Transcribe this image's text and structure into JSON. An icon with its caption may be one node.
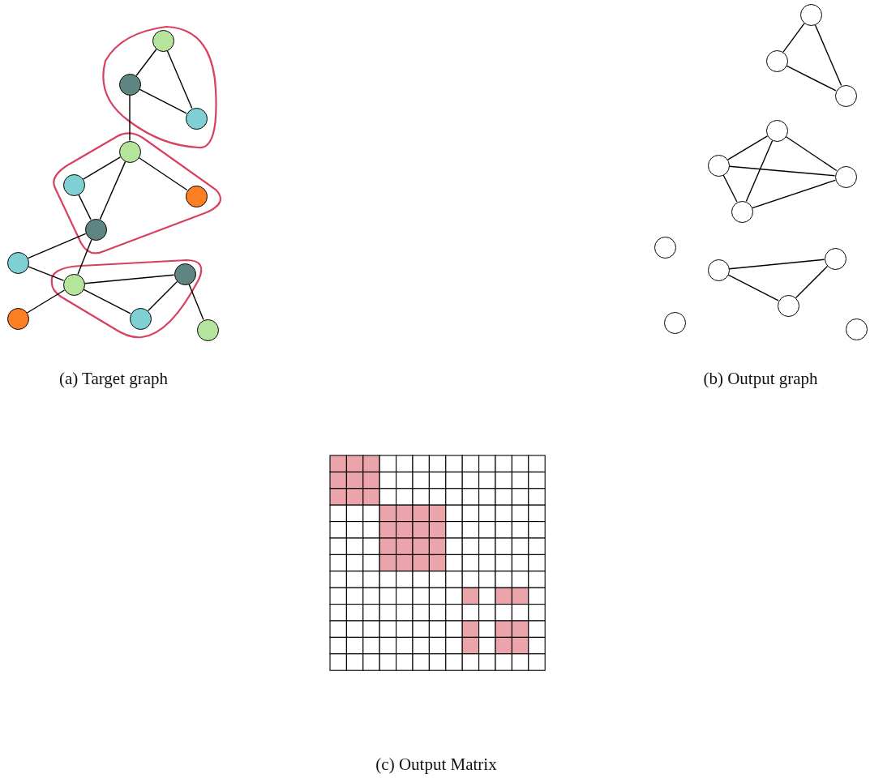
{
  "diagram": {
    "nodes": [
      {
        "text": [],
        "shape": "circle"
      },
      {
        "text": [],
        "shape": "circle"
      },
      {
        "text": [],
        "shape": "circle"
      },
      {
        "text": [],
        "shape": "circle"
      },
      {
        "text": [],
        "shape": "circle"
      },
      {
        "text": [],
        "shape": "circle"
      },
      {
        "text": [],
        "shape": "circle"
      },
      {
        "text": [],
        "shape": "circle"
      },
      {
        "text": [],
        "shape": "circle"
      },
      {
        "text": [],
        "shape": "circle"
      },
      {
        "text": [],
        "shape": "circle"
      },
      {
        "text": [],
        "shape": "circle"
      },
      {
        "text": [],
        "shape": "circle"
      },
      {
        "text": [],
        "shape": "circle"
      },
      {
        "text": [],
        "shape": "circle"
      },
      {
        "text": [],
        "shape": "circle"
      },
      {
        "text": [],
        "shape": "circle"
      },
      {
        "text": [],
        "shape": "circle"
      },
      {
        "text": [],
        "shape": "circle"
      },
      {
        "text": [],
        "shape": "circle"
      },
      {
        "text": [],
        "shape": "circle"
      },
      {
        "text": [],
        "shape": "circle"
      },
      {
        "text": [],
        "shape": "circle"
      },
      {
        "text": [],
        "shape": "circle"
      },
      {
        "text": [],
        "shape": "circle"
      },
      {
        "text": [],
        "shape": "circle"
      }
    ],
    "edges": [
      {
        "from": 0,
        "to": 1,
        "arrow": "none"
      },
      {
        "from": 0,
        "to": 2,
        "arrow": "none"
      },
      {
        "from": 1,
        "to": 2,
        "arrow": "none"
      },
      {
        "from": 1,
        "to": 3,
        "arrow": "none"
      },
      {
        "from": 3,
        "to": 4,
        "arrow": "none"
      },
      {
        "from": 3,
        "to": 5,
        "arrow": "none"
      },
      {
        "from": 3,
        "to": 6,
        "arrow": "none"
      },
      {
        "from": 4,
        "to": 6,
        "arrow": "none"
      },
      {
        "from": 6,
        "to": 7,
        "arrow": "none"
      },
      {
        "from": 6,
        "to": 8,
        "arrow": "none"
      },
      {
        "from": 7,
        "to": 8,
        "arrow": "none"
      },
      {
        "from": 8,
        "to": 10,
        "arrow": "none"
      },
      {
        "from": 8,
        "to": 9,
        "arrow": "none"
      },
      {
        "from": 8,
        "to": 11,
        "arrow": "none"
      },
      {
        "from": 9,
        "to": 11,
        "arrow": "none"
      },
      {
        "from": 9,
        "to": 12,
        "arrow": "none"
      },
      {
        "from": 13,
        "to": 14,
        "arrow": "none"
      },
      {
        "from": 13,
        "to": 15,
        "arrow": "none"
      },
      {
        "from": 14,
        "to": 15,
        "arrow": "none"
      },
      {
        "from": 16,
        "to": 17,
        "arrow": "none"
      },
      {
        "from": 16,
        "to": 19,
        "arrow": "none"
      },
      {
        "from": 16,
        "to": 18,
        "arrow": "none"
      },
      {
        "from": 17,
        "to": 18,
        "arrow": "none"
      },
      {
        "from": 17,
        "to": 19,
        "arrow": "none"
      },
      {
        "from": 19,
        "to": 18,
        "arrow": "none"
      },
      {
        "from": 21,
        "to": 22,
        "arrow": "none"
      },
      {
        "from": 21,
        "to": 23,
        "arrow": "none"
      },
      {
        "from": 23,
        "to": 22,
        "arrow": "none"
      }
    ],
    "labels": [
      "(a) Target graph",
      "(b) Output graph",
      "(c) Output Matrix"
    ]
  }
}
